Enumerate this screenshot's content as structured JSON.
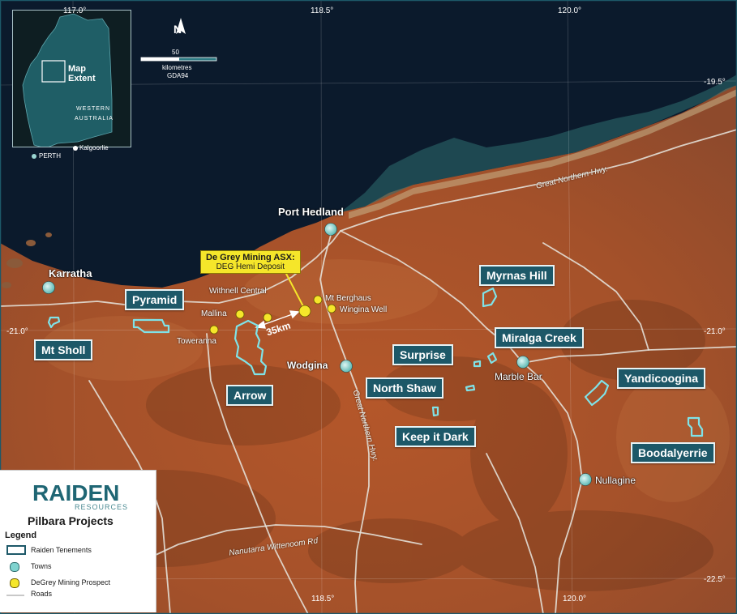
{
  "grid_labels": {
    "lon_117": "117.0°",
    "lon_118_5": "118.5°",
    "lon_120": "120.0°",
    "lat_19_5": "-19.5°",
    "lat_21": "-21.0°",
    "lat_21_right": "-21.0°",
    "lat_22_5": "-22.5°",
    "lon_118_5_bottom": "118.5°",
    "lon_120_bottom": "120.0°"
  },
  "inset": {
    "map_extent": "Map\nExtent",
    "state_line1": "WESTERN",
    "state_line2": "AUSTRALIA",
    "perth": "PERTH",
    "kalgoorlie": "Kalgoorlie"
  },
  "scale": {
    "north": "N",
    "distance": "50",
    "units": "kilometres",
    "datum": "GDA94"
  },
  "towns": {
    "port_hedland": "Port Hedland",
    "karratha": "Karratha",
    "wodgina": "Wodgina",
    "marble_bar": "Marble Bar",
    "nullagine": "Nullagine"
  },
  "prospects": {
    "withnell_central": "Withnell Central",
    "mallina": "Mallina",
    "toweranna": "Toweranna",
    "mt_berghaus": "Mt Berghaus",
    "wingina_well": "Wingina Well"
  },
  "callout": {
    "line1": "De Grey Mining ASX:",
    "line2": "DEG Hemi Deposit"
  },
  "distance_label": "35km",
  "roads": {
    "great_northern_upper": "Great Northern Hwy.",
    "great_northern_lower": "Great Northern Hwy.",
    "nanutarra": "Nanutarra Wittenoom Rd"
  },
  "projects": {
    "pyramid": "Pyramid",
    "mt_sholl": "Mt Sholl",
    "arrow": "Arrow",
    "myrnas_hill": "Myrnas Hill",
    "miralga_creek": "Miralga Creek",
    "surprise": "Surprise",
    "north_shaw": "North Shaw",
    "keep_it_dark": "Keep it Dark",
    "yandicoogina": "Yandicoogina",
    "boodalyerrie": "Boodalyerrie"
  },
  "legend": {
    "logo": "RAIDEN",
    "logo_sub": "RESOURCES",
    "title": "Pilbara Projects",
    "heading": "Legend",
    "items": {
      "tenements": "Raiden Tenements",
      "towns": "Towns",
      "prospect": "DeGrey Mining Prospect",
      "roads": "Roads"
    }
  },
  "colors": {
    "ocean": "#0b1a2c",
    "land": "#b45a2a",
    "tenement": "#1d5868",
    "town": "#7fd3cf",
    "prospect": "#f5e62a",
    "road": "#e8e8e0"
  }
}
